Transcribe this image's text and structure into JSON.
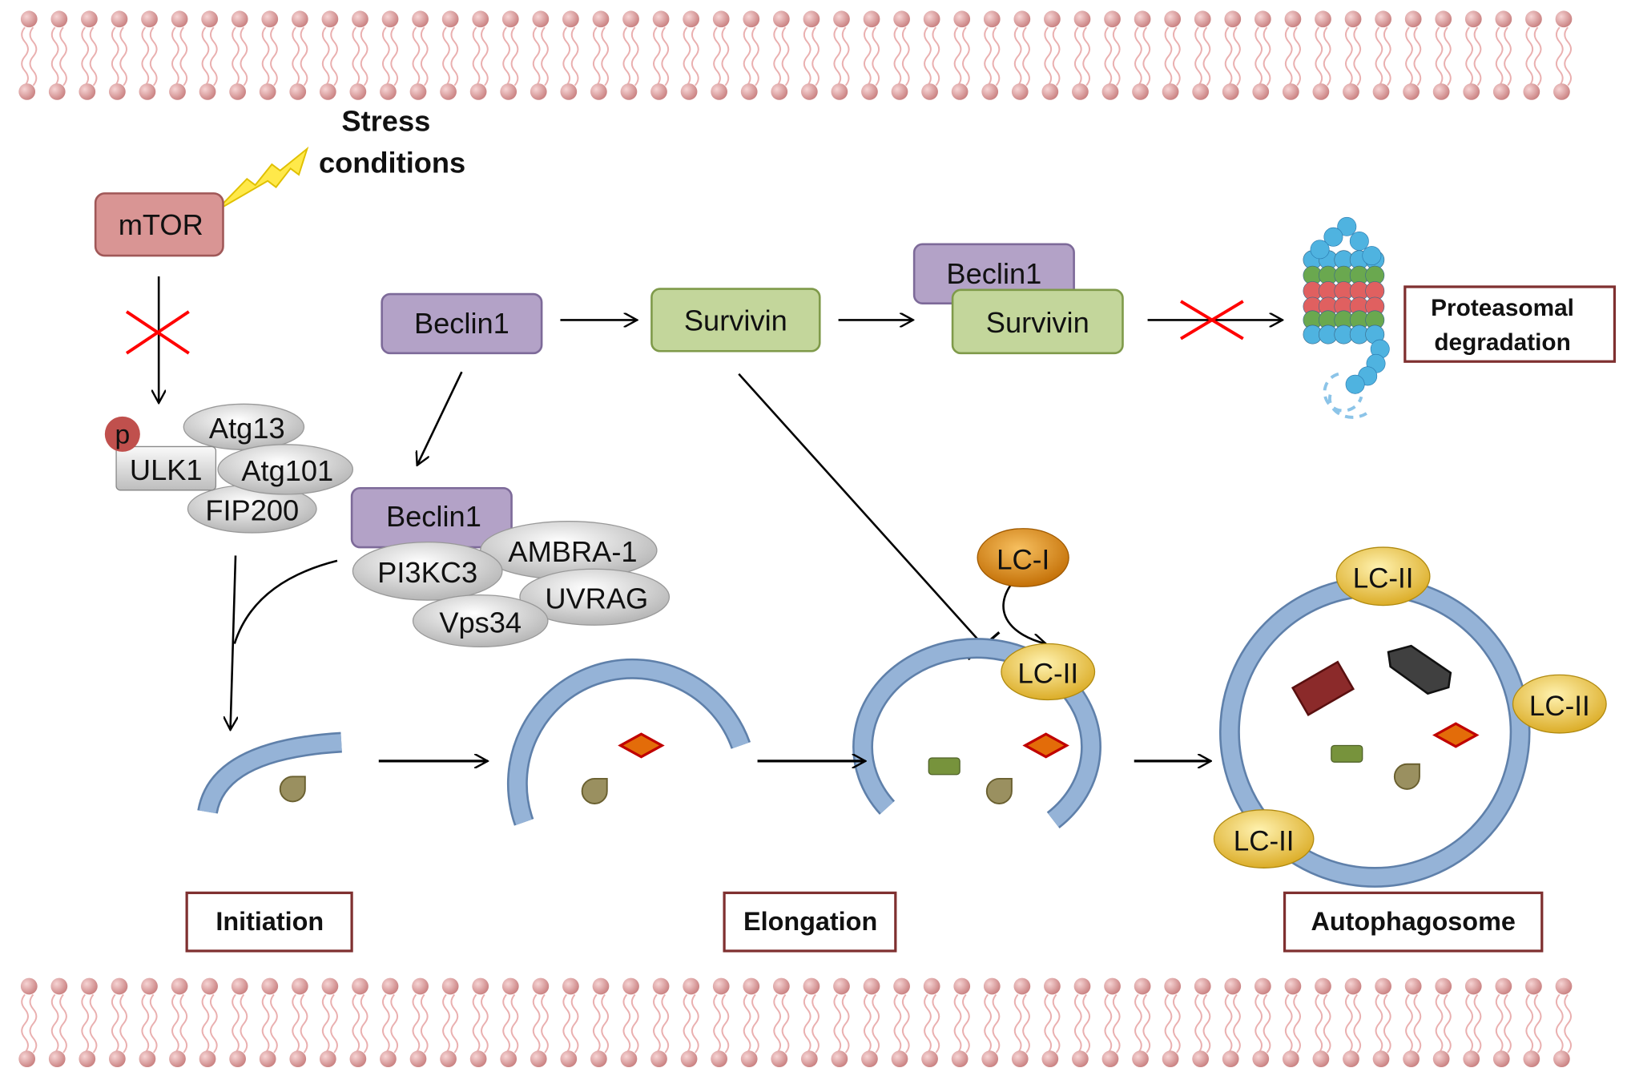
{
  "stress": {
    "line1": "Stress",
    "line2": "conditions"
  },
  "nodes": {
    "mtor": "mTOR",
    "p": "p",
    "ulk1": "ULK1",
    "atg13": "Atg13",
    "atg101": "Atg101",
    "fip200": "FIP200",
    "beclin1_top": "Beclin1",
    "survivin_mid": "Survivin",
    "beclin1_complex": "Beclin1",
    "survivin_complex": "Survivin",
    "beclin1_lower": "Beclin1",
    "ambra1": "AMBRA-1",
    "pi3kc3": "PI3KC3",
    "uvrag": "UVRAG",
    "vps34": "Vps34",
    "lc1": "LC-I",
    "lc2_elong": "LC-II",
    "lc2_top": "LC-II",
    "lc2_right": "LC-II",
    "lc2_bottom": "LC-II"
  },
  "outcome": {
    "line1": "Proteasomal",
    "line2": "degradation"
  },
  "stages": {
    "initiation": "Initiation",
    "elongation": "Elongation",
    "autophagosome": "Autophagosome"
  },
  "colors": {
    "mtor": "#d99594",
    "beclin": "#b3a2c7",
    "survivin": "#c3d69b",
    "membrane": "#95b3d7",
    "lc1": "#e6931e",
    "lc2": "#f5d66a",
    "inhibit_x": "#ff0000",
    "label_border": "#7f3030",
    "lipid_head": "#d99a9a"
  }
}
